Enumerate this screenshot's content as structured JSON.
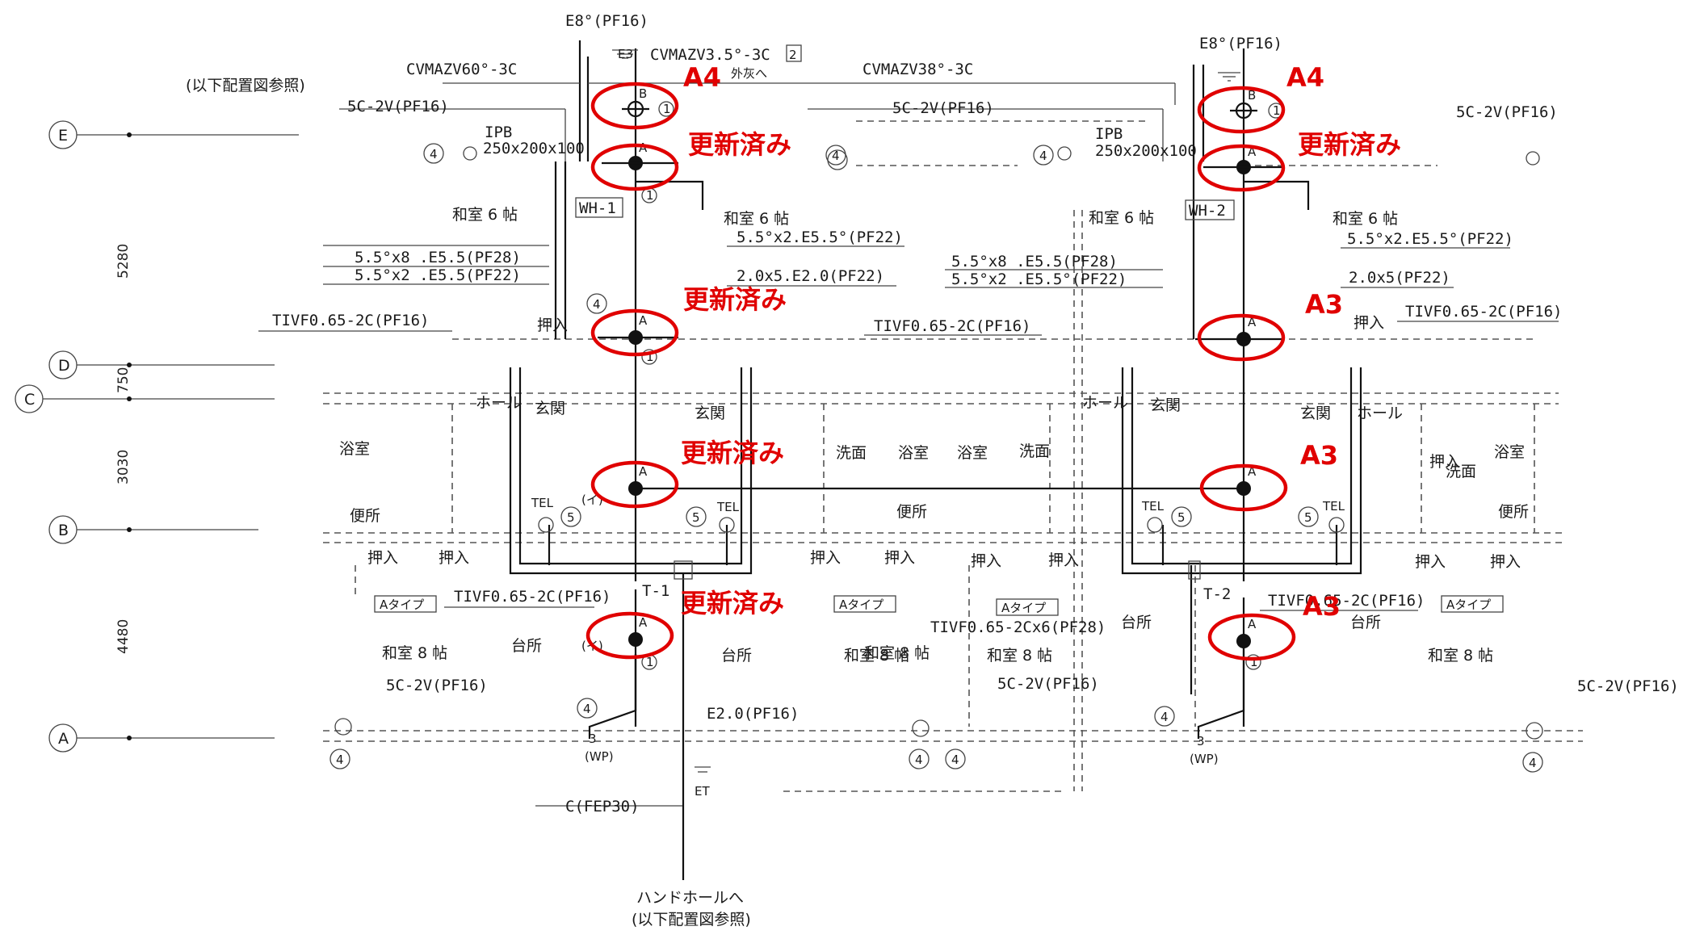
{
  "grid_labels": [
    "E",
    "D",
    "C",
    "B",
    "A"
  ],
  "dimensions": [
    "5280",
    "750",
    "3030",
    "4480"
  ],
  "top_notes": {
    "e8_left": "E8°(PF16)",
    "e8_right": "E8°(PF16)",
    "ref_top": "(以下配置図参照)",
    "ref_bottom": "(以下配置図参照)",
    "handhole": "ハンドホールへ",
    "outdoor_light": "外灰へ",
    "e3": "E3",
    "et": "ET",
    "wp": "(WP)"
  },
  "cables": {
    "cv60": "CVMAZV60°-3C",
    "cv5": "CVMAZV3.5°-3C",
    "cv5_box": "2",
    "cv38": "CVMAZV38°-3C",
    "c5_1": "5C-2V(PF16)",
    "c5_2": "5C-2V(PF16)",
    "c5_3": "5C-2V(PF16)",
    "c5_4": "5C-2V(PF16)",
    "c5_5": "5C-2V(PF16)",
    "c5_6": "5C-2V(PF16)",
    "ipb_1": "IPB",
    "ipb_1_size": "250x200x100",
    "ipb_2": "IPB",
    "ipb_2_size": "250x200x100",
    "wh1": "WH-1",
    "wh2": "WH-2",
    "t1": "T-1",
    "t2": "T-2",
    "p55_8_l": "5.5°x8 .E5.5(PF28)",
    "p55_2_l": "5.5°x2 .E5.5(PF22)",
    "p55_8_r": "5.5°x8 .E5.5(PF28)",
    "p55_2_r": "5.5°x2 .E5.5°(PF22)",
    "p55_2_e1": "5.5°x2.E5.5°(PF22)",
    "p55_2_e2": "5.5°x2.E5.5°(PF22)",
    "p20_1": "2.0x5.E2.0(PF22)",
    "p20_2": "2.0x5(PF22)",
    "tivf_1": "TIVF0.65-2C(PF16)",
    "tivf_2": "TIVF0.65-2C(PF16)",
    "tivf_3": "TIVF0.65-2C(PF16)",
    "tivf_4": "TIVF0.65-2C(PF16)",
    "tivf_5": "TIVF0.65-2C(PF16)",
    "tivf_6": "TIVF0.65-2Cx6(PF28)",
    "e20": "E2.0(PF16)",
    "fep": "C(FEP30)"
  },
  "rooms": {
    "washitsu6_1": "和室 6 帖",
    "washitsu6_2": "和室 6 帖",
    "washitsu6_3": "和室 6 帖",
    "washitsu6_4": "和室 6 帖",
    "washitsu8_1": "和室 8 帖",
    "washitsu8_2": "和室 8 帖",
    "washitsu8_3": "和室 8 帖",
    "washitsu8_4": "和室 8 帖",
    "genkan_1": "玄関",
    "genkan_2": "玄関",
    "genkan_3": "玄関",
    "genkan_4": "玄関",
    "hall_1": "ホール",
    "hall_2": "ホール",
    "hall_3": "ホール",
    "yokushitsu_1": "浴室",
    "yokushitsu_2": "浴室",
    "yokushitsu_3": "浴室",
    "yokushitsu_4": "浴室",
    "senmen_1": "洗面",
    "senmen_2": "洗面",
    "senmen_3": "洗面",
    "benjo_1": "便所",
    "benjo_2": "便所",
    "benjo_3": "便所",
    "oshiire_1": "押入",
    "oshiire_2": "押入",
    "oshiire_3": "押入",
    "oshiire_4": "押入",
    "oshiire_5": "押入",
    "oshiire_6": "押入",
    "oshiire_7": "押入",
    "oshiire_8": "押入",
    "oshiire_9": "押入",
    "oshiire_10": "押入",
    "oshiire_11": "押入",
    "daidokoro_1": "台所",
    "daidokoro_2": "台所",
    "daidokoro_3": "台所",
    "daidokoro_4": "台所",
    "type_a_1": "Aタイプ",
    "type_a_2": "Aタイプ",
    "type_a_3": "Aタイプ",
    "type_a_4": "Aタイプ",
    "tel": "TEL"
  },
  "annotations": [
    {
      "id": "a4_left",
      "text": "A4"
    },
    {
      "id": "updated_1",
      "text": "更新済み"
    },
    {
      "id": "updated_2",
      "text": "更新済み"
    },
    {
      "id": "updated_3",
      "text": "更新済み"
    },
    {
      "id": "updated_4",
      "text": "更新済み"
    },
    {
      "id": "a4_right",
      "text": "A4"
    },
    {
      "id": "updated_5",
      "text": "更新済み"
    },
    {
      "id": "a3_1",
      "text": "A3"
    },
    {
      "id": "a3_2",
      "text": "A3"
    },
    {
      "id": "a3_3",
      "text": "A3"
    }
  ],
  "symbol_letters": {
    "a": "A",
    "b": "B",
    "i": "(イ)",
    "one": "1",
    "three": "3",
    "four": "4",
    "five": "5"
  },
  "colors": {
    "highlight": "#e00000",
    "ink": "#111111"
  }
}
